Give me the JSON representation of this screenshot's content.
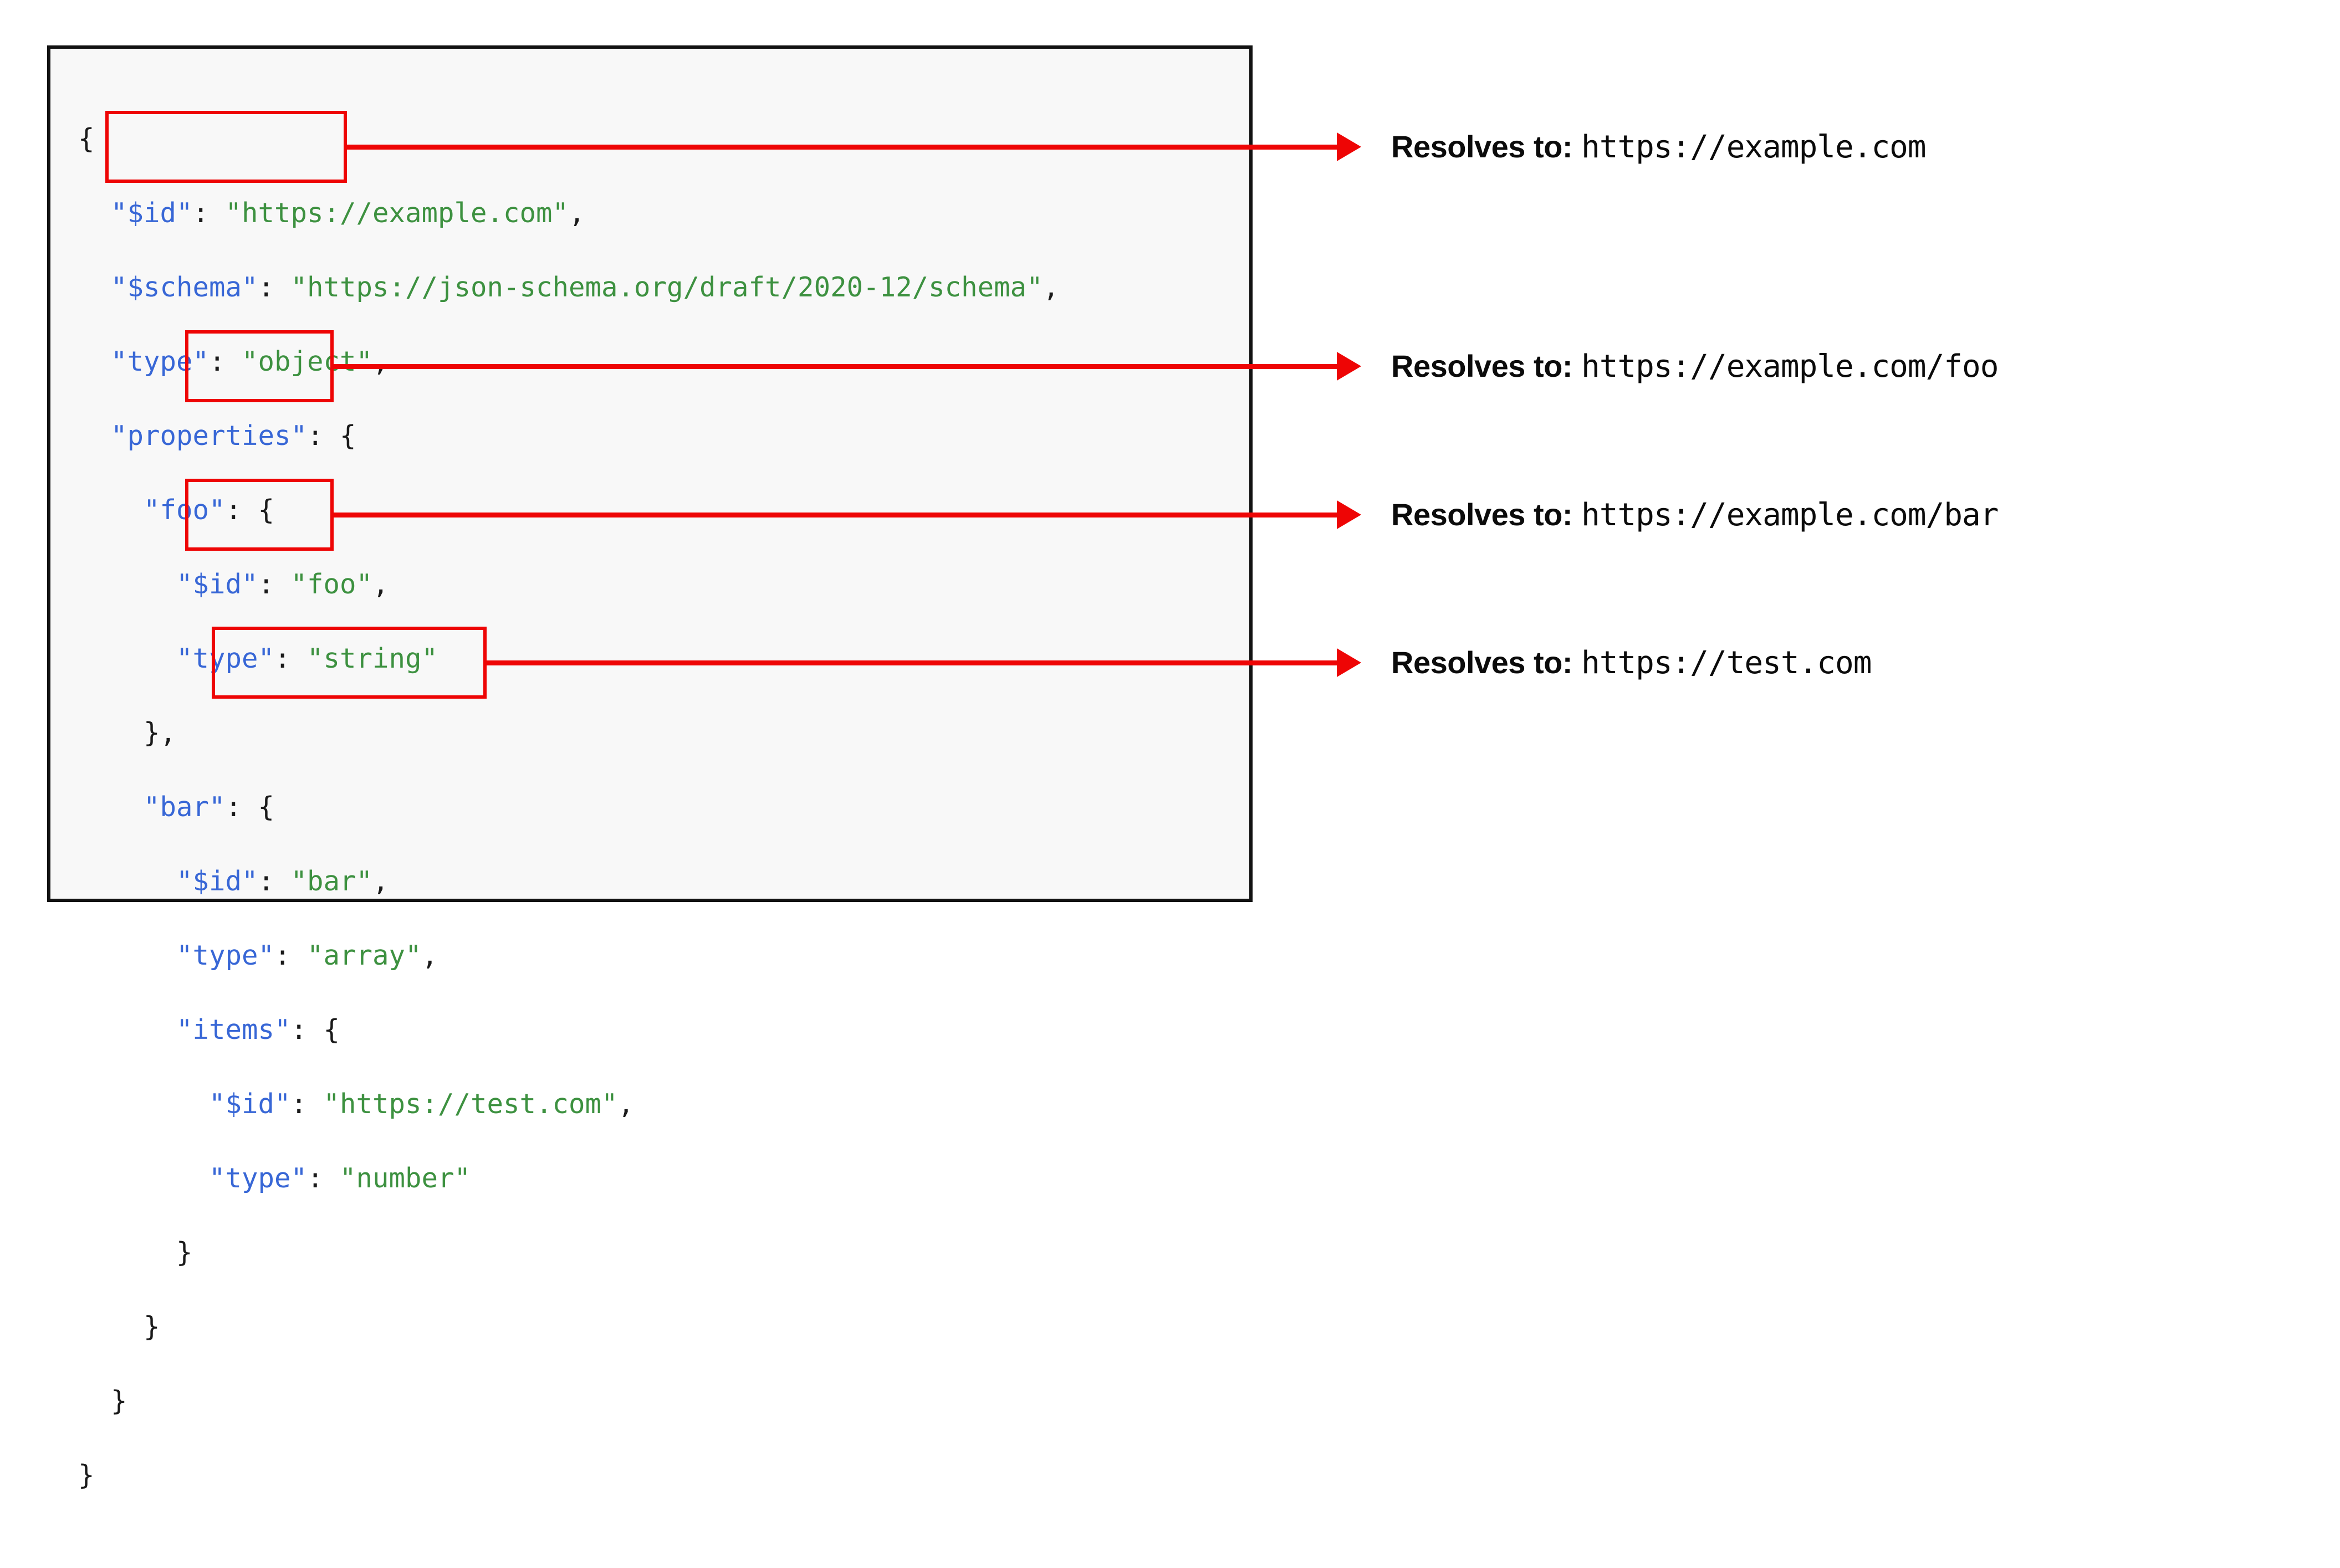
{
  "code_block": {
    "language": "json",
    "background_color": "#f8f8f8",
    "border_color": "#121212",
    "key_color": "#3867d6",
    "string_color": "#3d9140",
    "punct_color": "#1a1a1a",
    "lines": [
      {
        "indent": 0,
        "text": "{"
      },
      {
        "indent": 1,
        "key": "\"$id\"",
        "value": "\"https://example.com\"",
        "comma": ","
      },
      {
        "indent": 1,
        "key": "\"$schema\"",
        "value": "\"https://json-schema.org/draft/2020-12/schema\"",
        "comma": ","
      },
      {
        "indent": 1,
        "key": "\"type\"",
        "value": "\"object\"",
        "comma": ","
      },
      {
        "indent": 1,
        "key": "\"properties\"",
        "value": "{",
        "comma": ""
      },
      {
        "indent": 2,
        "key": "\"foo\"",
        "value": "{",
        "comma": ""
      },
      {
        "indent": 3,
        "key": "\"$id\"",
        "value": "\"foo\"",
        "comma": ","
      },
      {
        "indent": 3,
        "key": "\"type\"",
        "value": "\"string\"",
        "comma": ""
      },
      {
        "indent": 2,
        "text": "},"
      },
      {
        "indent": 2,
        "key": "\"bar\"",
        "value": "{",
        "comma": ""
      },
      {
        "indent": 3,
        "key": "\"$id\"",
        "value": "\"bar\"",
        "comma": ","
      },
      {
        "indent": 3,
        "key": "\"type\"",
        "value": "\"array\"",
        "comma": ","
      },
      {
        "indent": 3,
        "key": "\"items\"",
        "value": "{",
        "comma": ""
      },
      {
        "indent": 4,
        "key": "\"$id\"",
        "value": "\"https://test.com\"",
        "comma": ","
      },
      {
        "indent": 4,
        "key": "\"type\"",
        "value": "\"number\"",
        "comma": ""
      },
      {
        "indent": 3,
        "text": "}"
      },
      {
        "indent": 2,
        "text": "}"
      },
      {
        "indent": 1,
        "text": "}"
      },
      {
        "indent": 0,
        "text": "}"
      }
    ]
  },
  "highlights": {
    "accent_color": "#ee0505",
    "boxes": [
      {
        "name": "root-id",
        "label": "\"$id\": \"https://example.com\","
      },
      {
        "name": "foo-id",
        "label": "\"$id\": \"foo\","
      },
      {
        "name": "bar-id",
        "label": "\"$id\": \"bar\","
      },
      {
        "name": "items-id",
        "label": "\"$id\": \"https://test.com\","
      }
    ]
  },
  "annotations": [
    {
      "label": "Resolves to:",
      "value": "https://example.com"
    },
    {
      "label": "Resolves to:",
      "value": "https://example.com/foo"
    },
    {
      "label": "Resolves to:",
      "value": "https://example.com/bar"
    },
    {
      "label": "Resolves to:",
      "value": "https://test.com"
    }
  ]
}
